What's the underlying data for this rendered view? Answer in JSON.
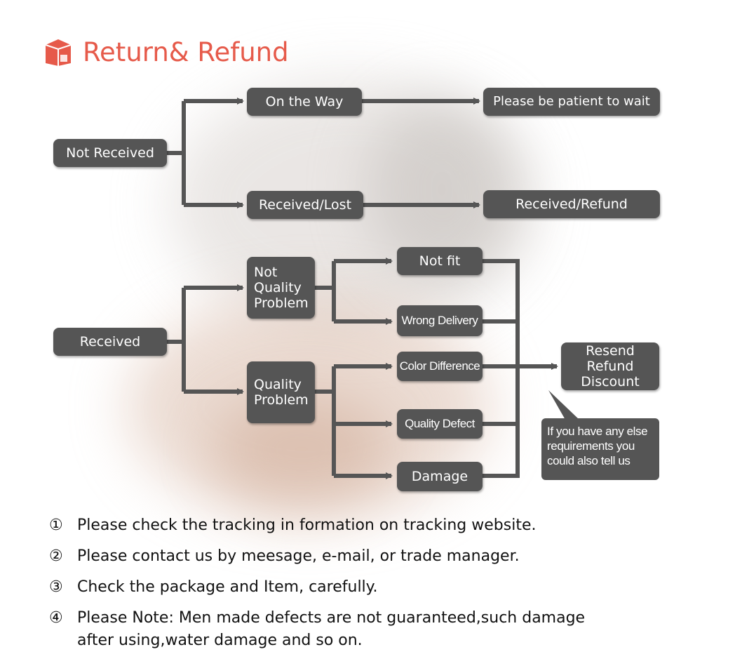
{
  "header": {
    "title": "Return& Refund",
    "icon": "box-icon",
    "accent_color": "#e65a4a"
  },
  "colors": {
    "node_fill": "#555555",
    "node_text": "#ffffff",
    "connector": "#555555"
  },
  "flow": {
    "not_received": {
      "root": "Not Received",
      "on_the_way": "On the Way",
      "received_lost": "Received/Lost",
      "wait": "Please be patient to wait",
      "received_refund": "Received/Refund"
    },
    "received": {
      "root": "Received",
      "not_quality_problem": "Not\nQuality\nProblem",
      "quality_problem": "Quality\nProblem",
      "not_fit": "Not fit",
      "wrong_delivery": "Wrong Delivery",
      "color_difference": "Color Difference",
      "quality_defect": "Quality Defect",
      "damage": "Damage",
      "outcome": "Resend\nRefund\nDiscount",
      "callout": "If you have any else\nrequirements you\ncould also tell us"
    }
  },
  "notes": [
    {
      "number": "①",
      "text": "Please check the tracking in formation on tracking website."
    },
    {
      "number": "②",
      "text": "Please contact us by meesage, e-mail, or trade manager."
    },
    {
      "number": "③",
      "text": "Check the package and Item, carefully."
    },
    {
      "number": "④",
      "text": "Please Note: Men made defects  are not guaranteed,such damage\nafter using,water damage and so on."
    }
  ]
}
